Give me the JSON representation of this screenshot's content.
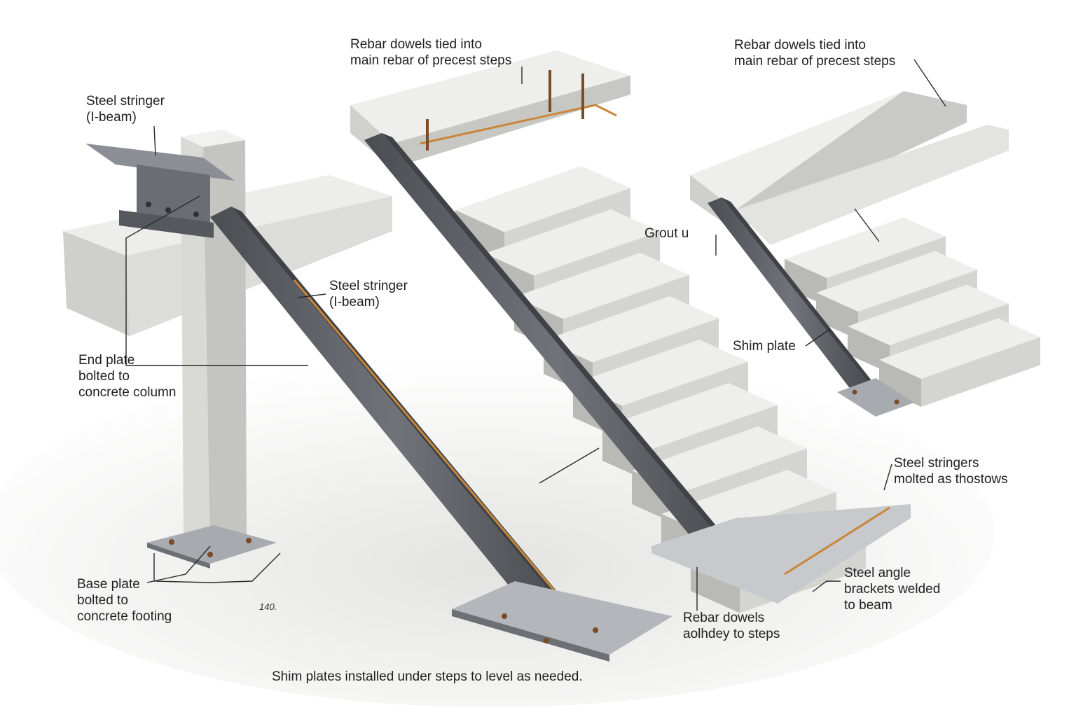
{
  "labels": {
    "stringer_left": [
      "Steel stringer",
      "(I-beam)"
    ],
    "end_plate": [
      "End plate",
      "bolted to",
      "concrete column"
    ],
    "stringer_mid": [
      "Steel stringer",
      "(I-beam)"
    ],
    "base_plate": [
      "Base plate",
      "bolted to",
      "concrete footing"
    ],
    "dim_value": "140.",
    "rebar_top_center": [
      "Rebar dowels tied into",
      "main rebar of precest steps"
    ],
    "rebar_top_right": [
      "Rebar dowels tied into",
      "main rebar of precest steps"
    ],
    "grout": "Grout u",
    "shim_plate": "Shim plate",
    "stringers_bolted": [
      "Steel stringers",
      "molted as thostows"
    ],
    "angle_brackets": [
      "Steel angle",
      "brackets   welded",
      "to beam"
    ],
    "rebar_bottom": [
      "Rebar dowels",
      "aolhdey to steps"
    ],
    "caption": "Shim plates installed under steps to level as needed."
  },
  "colors": {
    "concrete_top": "#eeeeec",
    "concrete_side": "#d4d4d1",
    "concrete_dark": "#b9b9b5",
    "steel": "#5c6066",
    "steel_dark": "#3f4247",
    "rebar": "#c9863b",
    "leader": "#2a2a2a"
  }
}
